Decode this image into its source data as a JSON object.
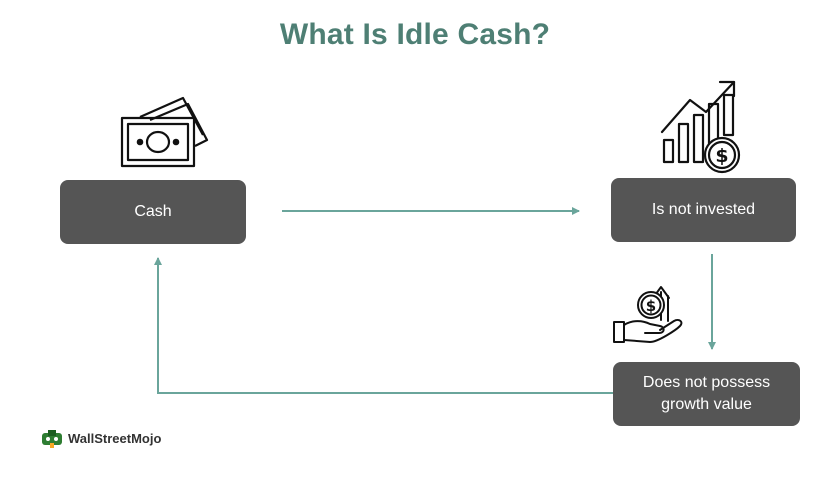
{
  "title": "What Is Idle Cash?",
  "nodes": {
    "cash": "Cash",
    "not_invested": "Is not invested",
    "no_growth": "Does not possess\ngrowth value"
  },
  "brand": {
    "name": "WallStreetMojo"
  },
  "colors": {
    "title": "#4e7f74",
    "box": "#555555",
    "arrow": "#6aa59b"
  },
  "icons": [
    "money-icon",
    "growth-chart-dollar-icon",
    "hand-coin-growth-icon",
    "wallstreetmojo-logo"
  ]
}
